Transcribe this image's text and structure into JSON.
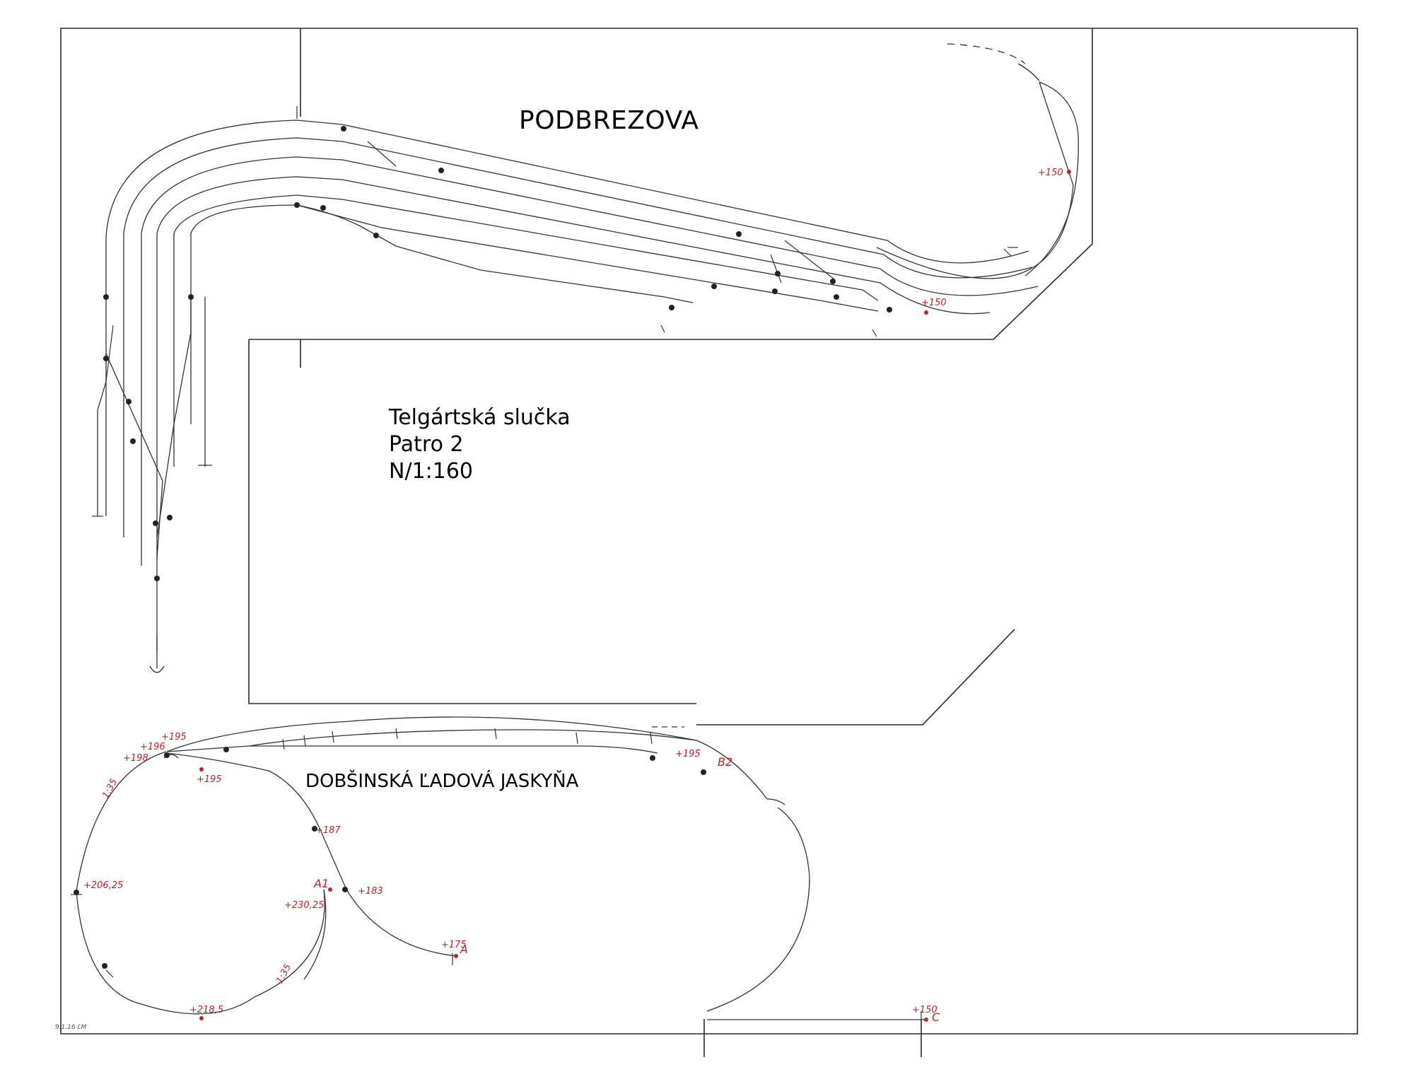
{
  "headings": {
    "station_top": "PODBREZOVA",
    "title_line1": "Telgártská slučka",
    "title_line2": "Patro 2",
    "title_line3": "N/1:160",
    "station_bottom": "DOBŠINSKÁ ĽADOVÁ JASKYŇA"
  },
  "elevations": {
    "top_loop": "+150",
    "top_exit": "+150",
    "b195_left": "+195",
    "b196": "+196",
    "b198": "+198",
    "b195_under": "+195",
    "b195_right": "+195",
    "b187": "+187",
    "b183": "+183",
    "b175": "+175",
    "b206": "+206,25",
    "b230": "+230,25",
    "b218": "+218,5",
    "b150_bottom": "+150"
  },
  "gradients": {
    "left_ramp": "1:35",
    "right_ramp": "1:35"
  },
  "points": {
    "a": "A",
    "a1": "A1",
    "b2": "B2",
    "c": "C"
  },
  "signature": "9.1.16 ĽM"
}
